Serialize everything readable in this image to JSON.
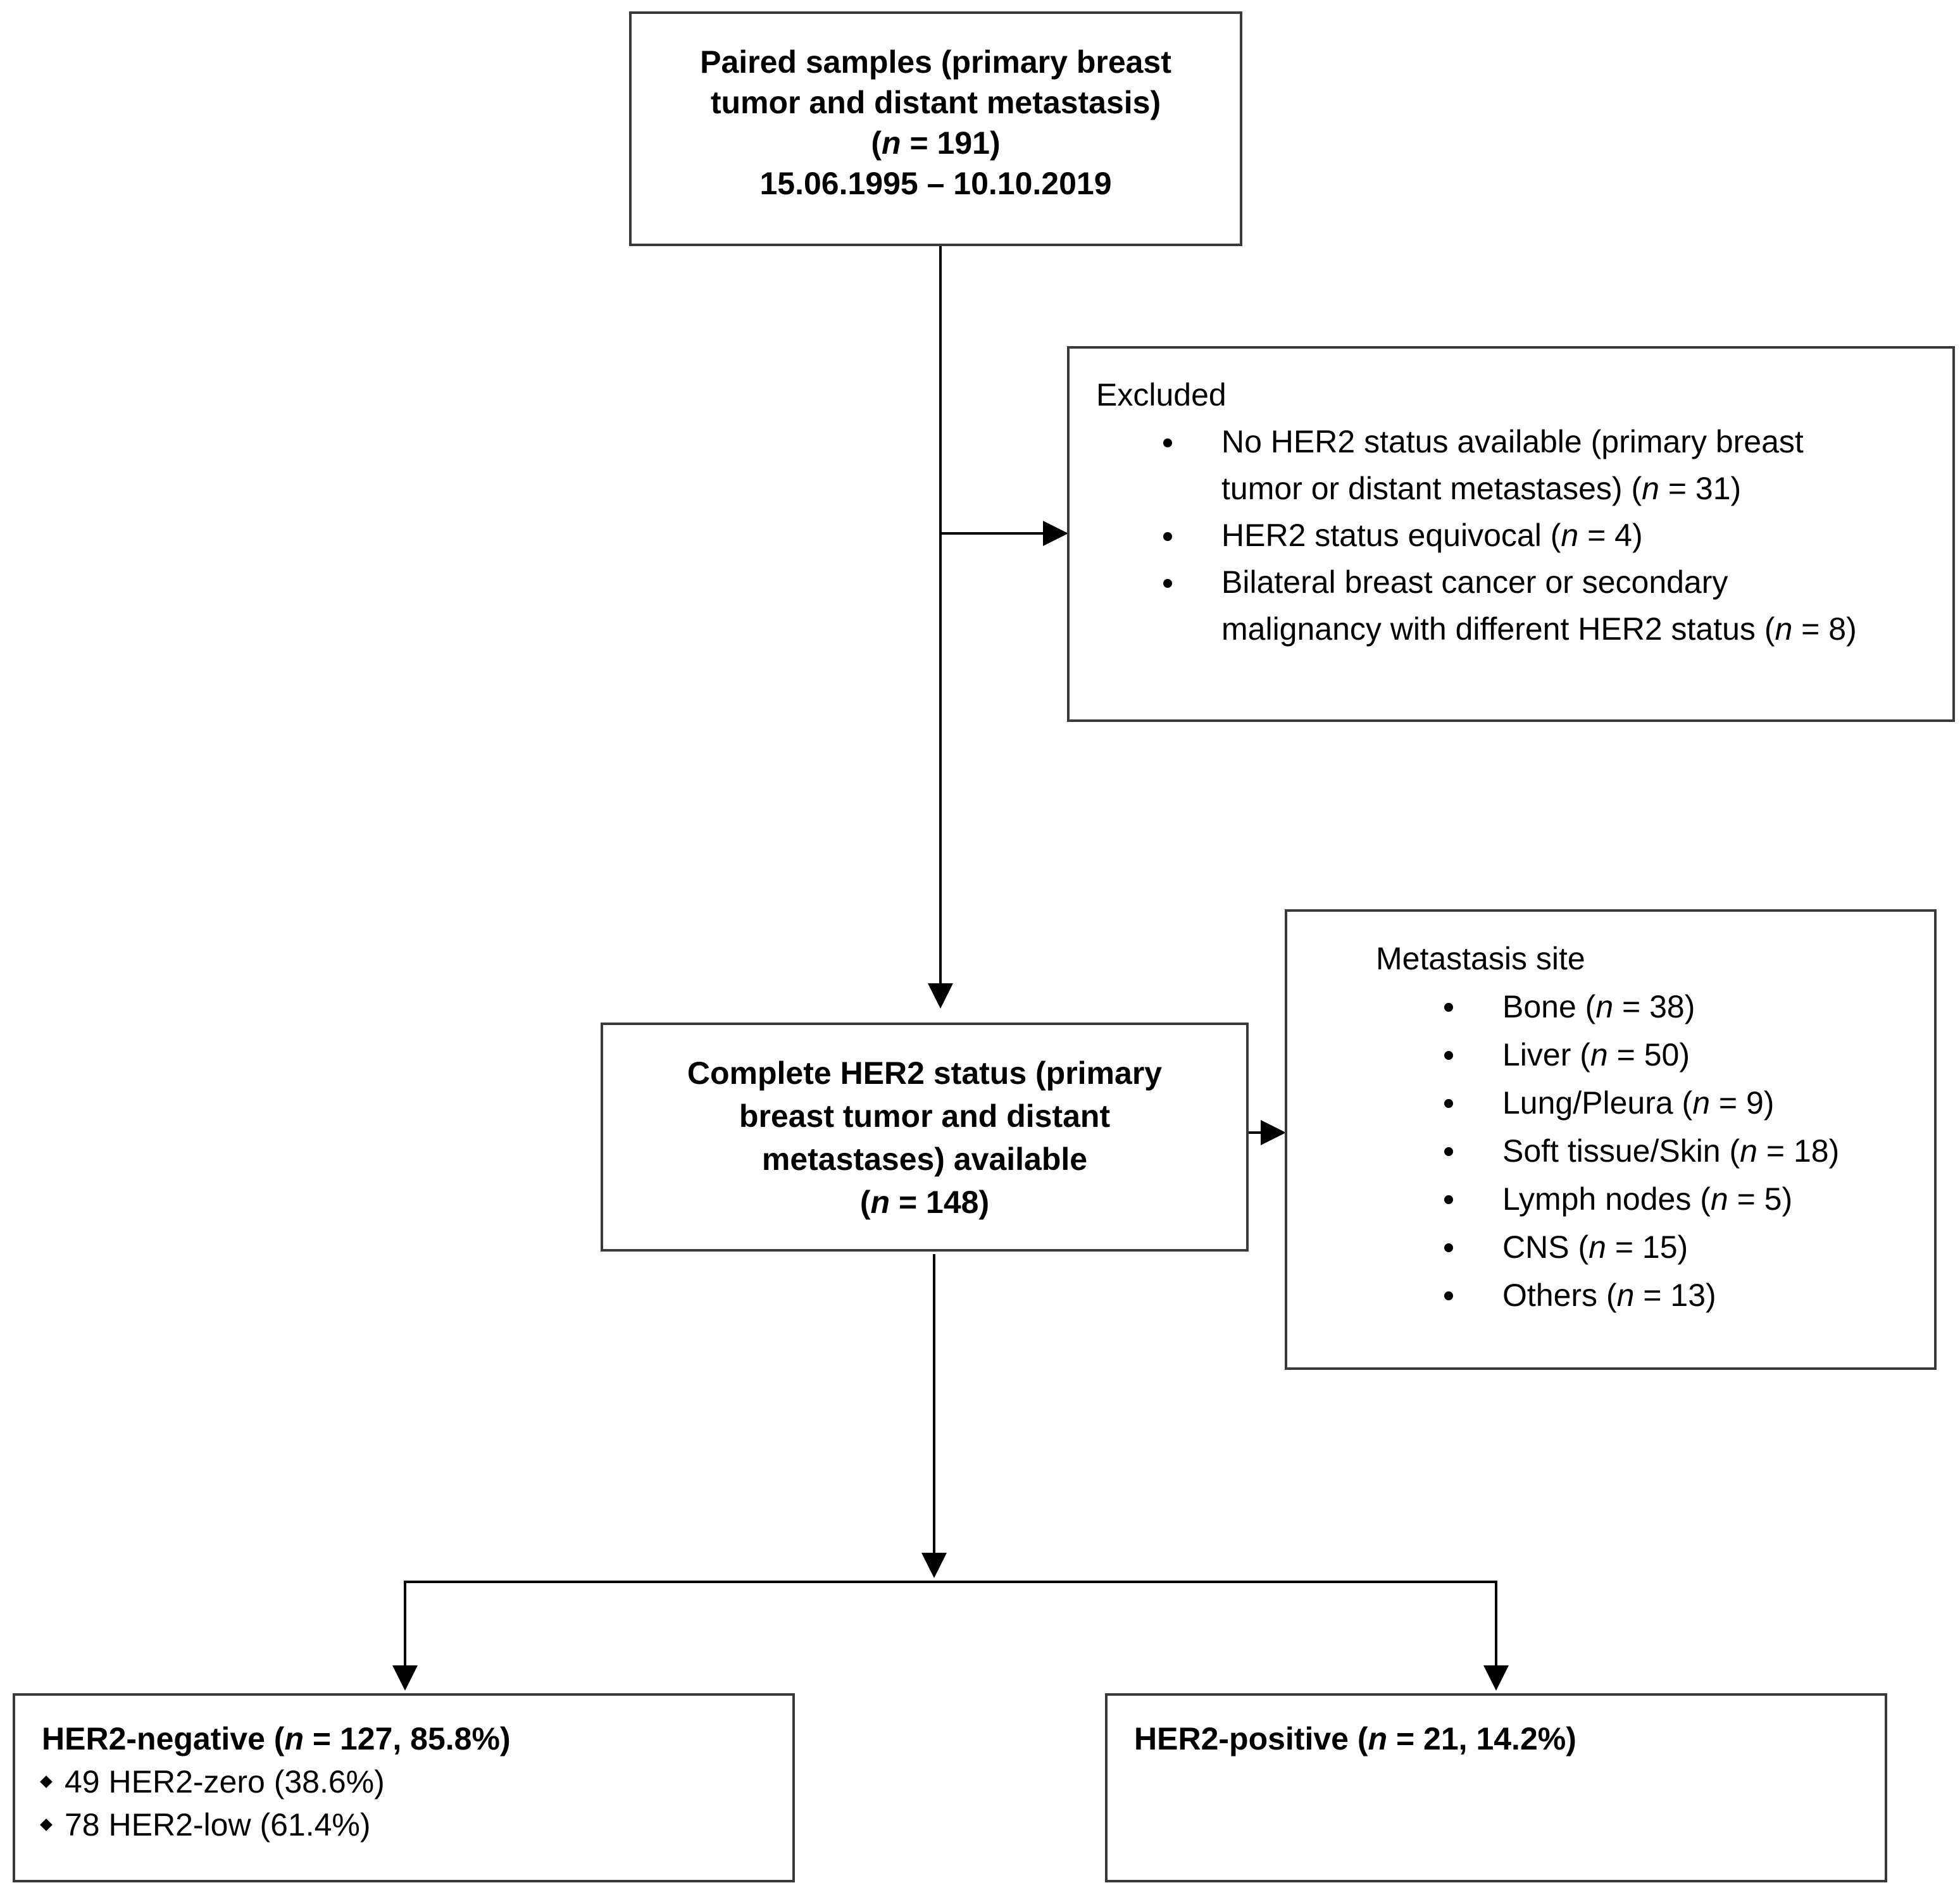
{
  "box_paired": {
    "line1": "Paired samples (primary breast",
    "line2": "tumor and distant metastasis)",
    "n_prefix": "(",
    "n_italic": "n",
    "n_suffix": " = 191)",
    "dates": "15.06.1995 – 10.10.2019"
  },
  "box_excluded": {
    "title": "Excluded",
    "items": [
      {
        "lines": [
          "No HER2 status available (primary breast",
          "tumor or distant metastases) ("
        ],
        "n": "n",
        "tail": " = 31)"
      },
      {
        "lines": [
          "HER2 status equivocal ("
        ],
        "n": "n",
        "tail": " = 4)"
      },
      {
        "lines": [
          "Bilateral breast cancer or secondary",
          "malignancy with different HER2 status ("
        ],
        "n": "n",
        "tail": " = 8)"
      }
    ]
  },
  "box_complete": {
    "line1": "Complete HER2 status (primary",
    "line2": "breast tumor and distant",
    "line3": "metastases) available",
    "n_prefix": "(",
    "n_italic": "n",
    "n_suffix": " = 148)"
  },
  "box_sites": {
    "title": "Metastasis site",
    "items": [
      {
        "label": "Bone (",
        "n": "n",
        "tail": " = 38)"
      },
      {
        "label": "Liver (",
        "n": "n",
        "tail": " = 50)"
      },
      {
        "label": "Lung/Pleura (",
        "n": "n",
        "tail": " = 9)"
      },
      {
        "label": "Soft tissue/Skin (",
        "n": "n",
        "tail": " = 18)"
      },
      {
        "label": "Lymph nodes (",
        "n": "n",
        "tail": " = 5)"
      },
      {
        "label": "CNS (",
        "n": "n",
        "tail": " = 15)"
      },
      {
        "label": "Others (",
        "n": "n",
        "tail": " = 13)"
      }
    ]
  },
  "box_negative": {
    "head_prefix": "HER2-negative (",
    "n_italic": "n",
    "head_suffix": " = 127, 85.8%)",
    "sub1": "49 HER2-zero (38.6%)",
    "sub2": "78 HER2-low (61.4%)"
  },
  "box_positive": {
    "head_prefix": "HER2-positive (",
    "n_italic": "n",
    "head_suffix": " = 21, 14.2%)"
  },
  "colors": {
    "line": "#000000",
    "border": "#3a3a3a"
  }
}
